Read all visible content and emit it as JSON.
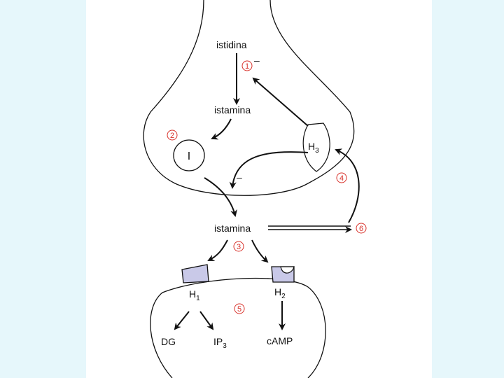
{
  "labels": {
    "histidine": "istidina",
    "histamine_top": "istamina",
    "histamine_mid": "istamina",
    "vesicle": "I",
    "h3_base": "H",
    "h3_sub": "3",
    "h1_base": "H",
    "h1_sub": "1",
    "h2_base": "H",
    "h2_sub": "2",
    "dg": "DG",
    "ip3_base": "IP",
    "ip3_sub": "3",
    "camp": "cAMP",
    "minus_1": "–",
    "minus_2": "–"
  },
  "steps": [
    "1",
    "2",
    "3",
    "4",
    "5",
    "6"
  ],
  "colors": {
    "background": "#e6f7fb",
    "panel": "#ffffff",
    "line": "#111111",
    "step_number": "#d8312a",
    "receptor_fill": "#c9c9e8"
  }
}
